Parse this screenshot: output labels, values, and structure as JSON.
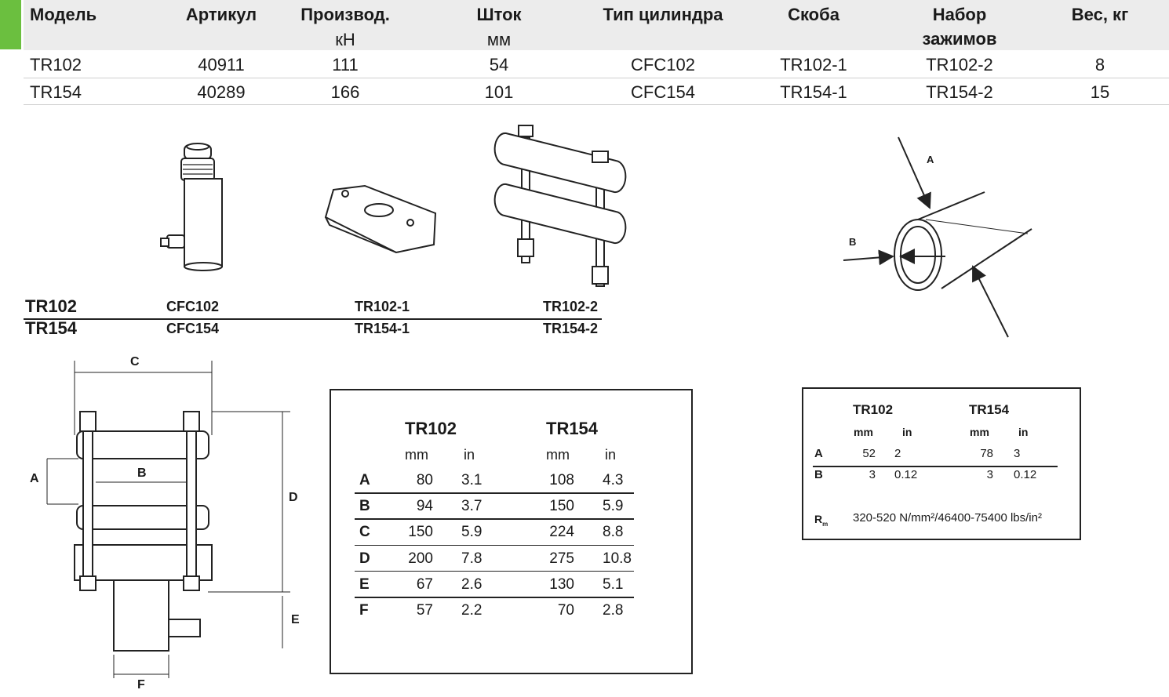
{
  "colors": {
    "accent": "#6bbf3f",
    "header_bg": "#ececec",
    "ink": "#1a1a1a"
  },
  "table": {
    "headers": [
      [
        "Модель",
        ""
      ],
      [
        "Артикул",
        ""
      ],
      [
        "Производ.",
        "кН"
      ],
      [
        "Шток",
        "мм"
      ],
      [
        "Тип цилиндра",
        ""
      ],
      [
        "Скоба",
        ""
      ],
      [
        "Набор",
        "зажимов"
      ],
      [
        "Вес, кг",
        ""
      ]
    ],
    "rows": [
      [
        "TR102",
        "40911",
        "111",
        "54",
        "CFC102",
        "TR102-1",
        "TR102-2",
        "8"
      ],
      [
        "TR154",
        "40289",
        "166",
        "101",
        "CFC154",
        "TR154-1",
        "TR154-2",
        "15"
      ]
    ]
  },
  "parts": {
    "models": [
      "TR102",
      "TR154"
    ],
    "cylinder": [
      "CFC102",
      "CFC154"
    ],
    "bracket": [
      "TR102-1",
      "TR154-1"
    ],
    "clamp_set": [
      "TR102-2",
      "TR154-2"
    ]
  },
  "pipe_diagram": {
    "label_a": "A",
    "label_b": "B"
  },
  "dim_diagram": {
    "labels": [
      "A",
      "B",
      "C",
      "D",
      "E",
      "F"
    ]
  },
  "dim_table": {
    "models": [
      "TR102",
      "TR154"
    ],
    "units": [
      "mm",
      "in",
      "mm",
      "in"
    ],
    "rows": [
      [
        "A",
        "80",
        "3.1",
        "108",
        "4.3"
      ],
      [
        "B",
        "94",
        "3.7",
        "150",
        "5.9"
      ],
      [
        "C",
        "150",
        "5.9",
        "224",
        "8.8"
      ],
      [
        "D",
        "200",
        "7.8",
        "275",
        "10.8"
      ],
      [
        "E",
        "67",
        "2.6",
        "130",
        "5.1"
      ],
      [
        "F",
        "57",
        "2.2",
        "70",
        "2.8"
      ]
    ]
  },
  "pipe_table": {
    "models": [
      "TR102",
      "TR154"
    ],
    "units": [
      "mm",
      "in",
      "mm",
      "in"
    ],
    "rows": [
      [
        "A",
        "52",
        "2",
        "78",
        "3"
      ],
      [
        "B",
        "3",
        "0.12",
        "3",
        "0.12"
      ]
    ],
    "rm_label": "R",
    "rm_sub": "m",
    "rm_value": "320-520 N/mm²/46400-75400 lbs/in²"
  }
}
